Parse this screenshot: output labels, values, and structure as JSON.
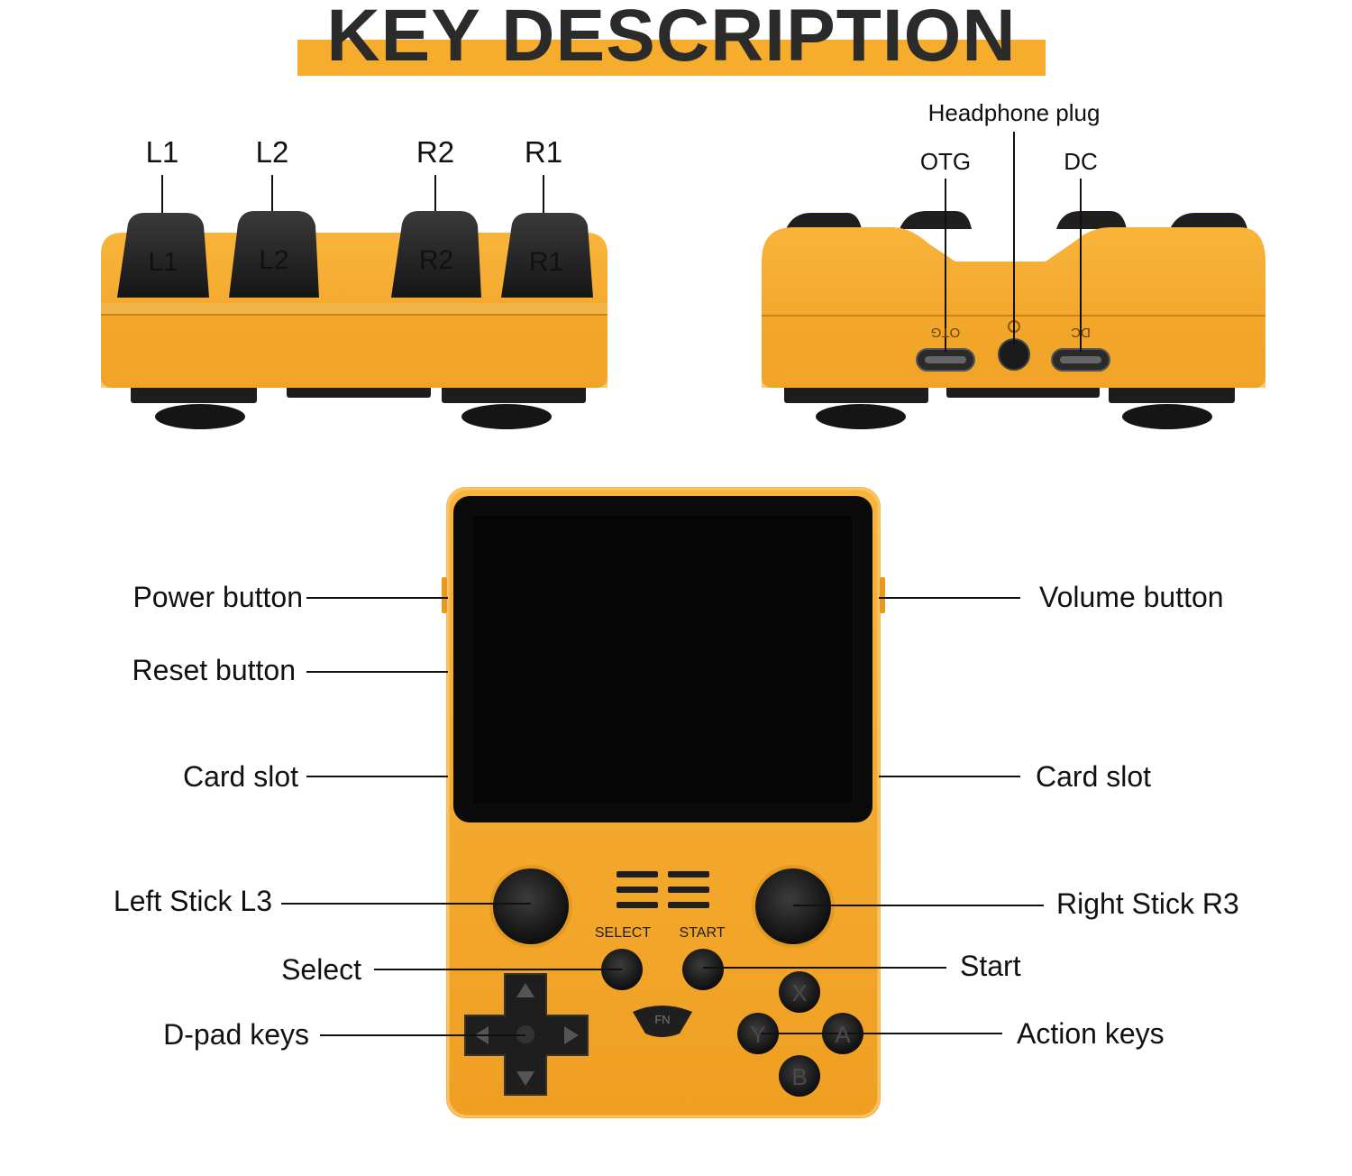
{
  "title": "KEY DESCRIPTION",
  "colors": {
    "body_orange": "#f6ad2e",
    "body_shade": "#e59a1f",
    "dark": "#1f1f1f",
    "screen": "#050505"
  },
  "shoulder_view": {
    "labels": [
      "L1",
      "L2",
      "R2",
      "R1"
    ],
    "button_prints": [
      "L1",
      "L2",
      "R2",
      "R1"
    ]
  },
  "bottom_view": {
    "labels": {
      "headphone": "Headphone plug",
      "otg": "OTG",
      "dc": "DC"
    },
    "port_prints": {
      "otg": "OTG",
      "dc": "DC"
    }
  },
  "front_view": {
    "left_labels": {
      "power": "Power button",
      "reset": "Reset button",
      "card_left": "Card slot",
      "left_stick": "Left Stick L3",
      "select": "Select",
      "dpad": "D-pad keys"
    },
    "right_labels": {
      "volume": "Volume button",
      "card_right": "Card slot",
      "right_stick": "Right Stick R3",
      "start": "Start",
      "action": "Action keys"
    },
    "device_prints": {
      "select": "SELECT",
      "start": "START",
      "fn": "FN",
      "x": "X",
      "y": "Y",
      "a": "A",
      "b": "B"
    }
  }
}
